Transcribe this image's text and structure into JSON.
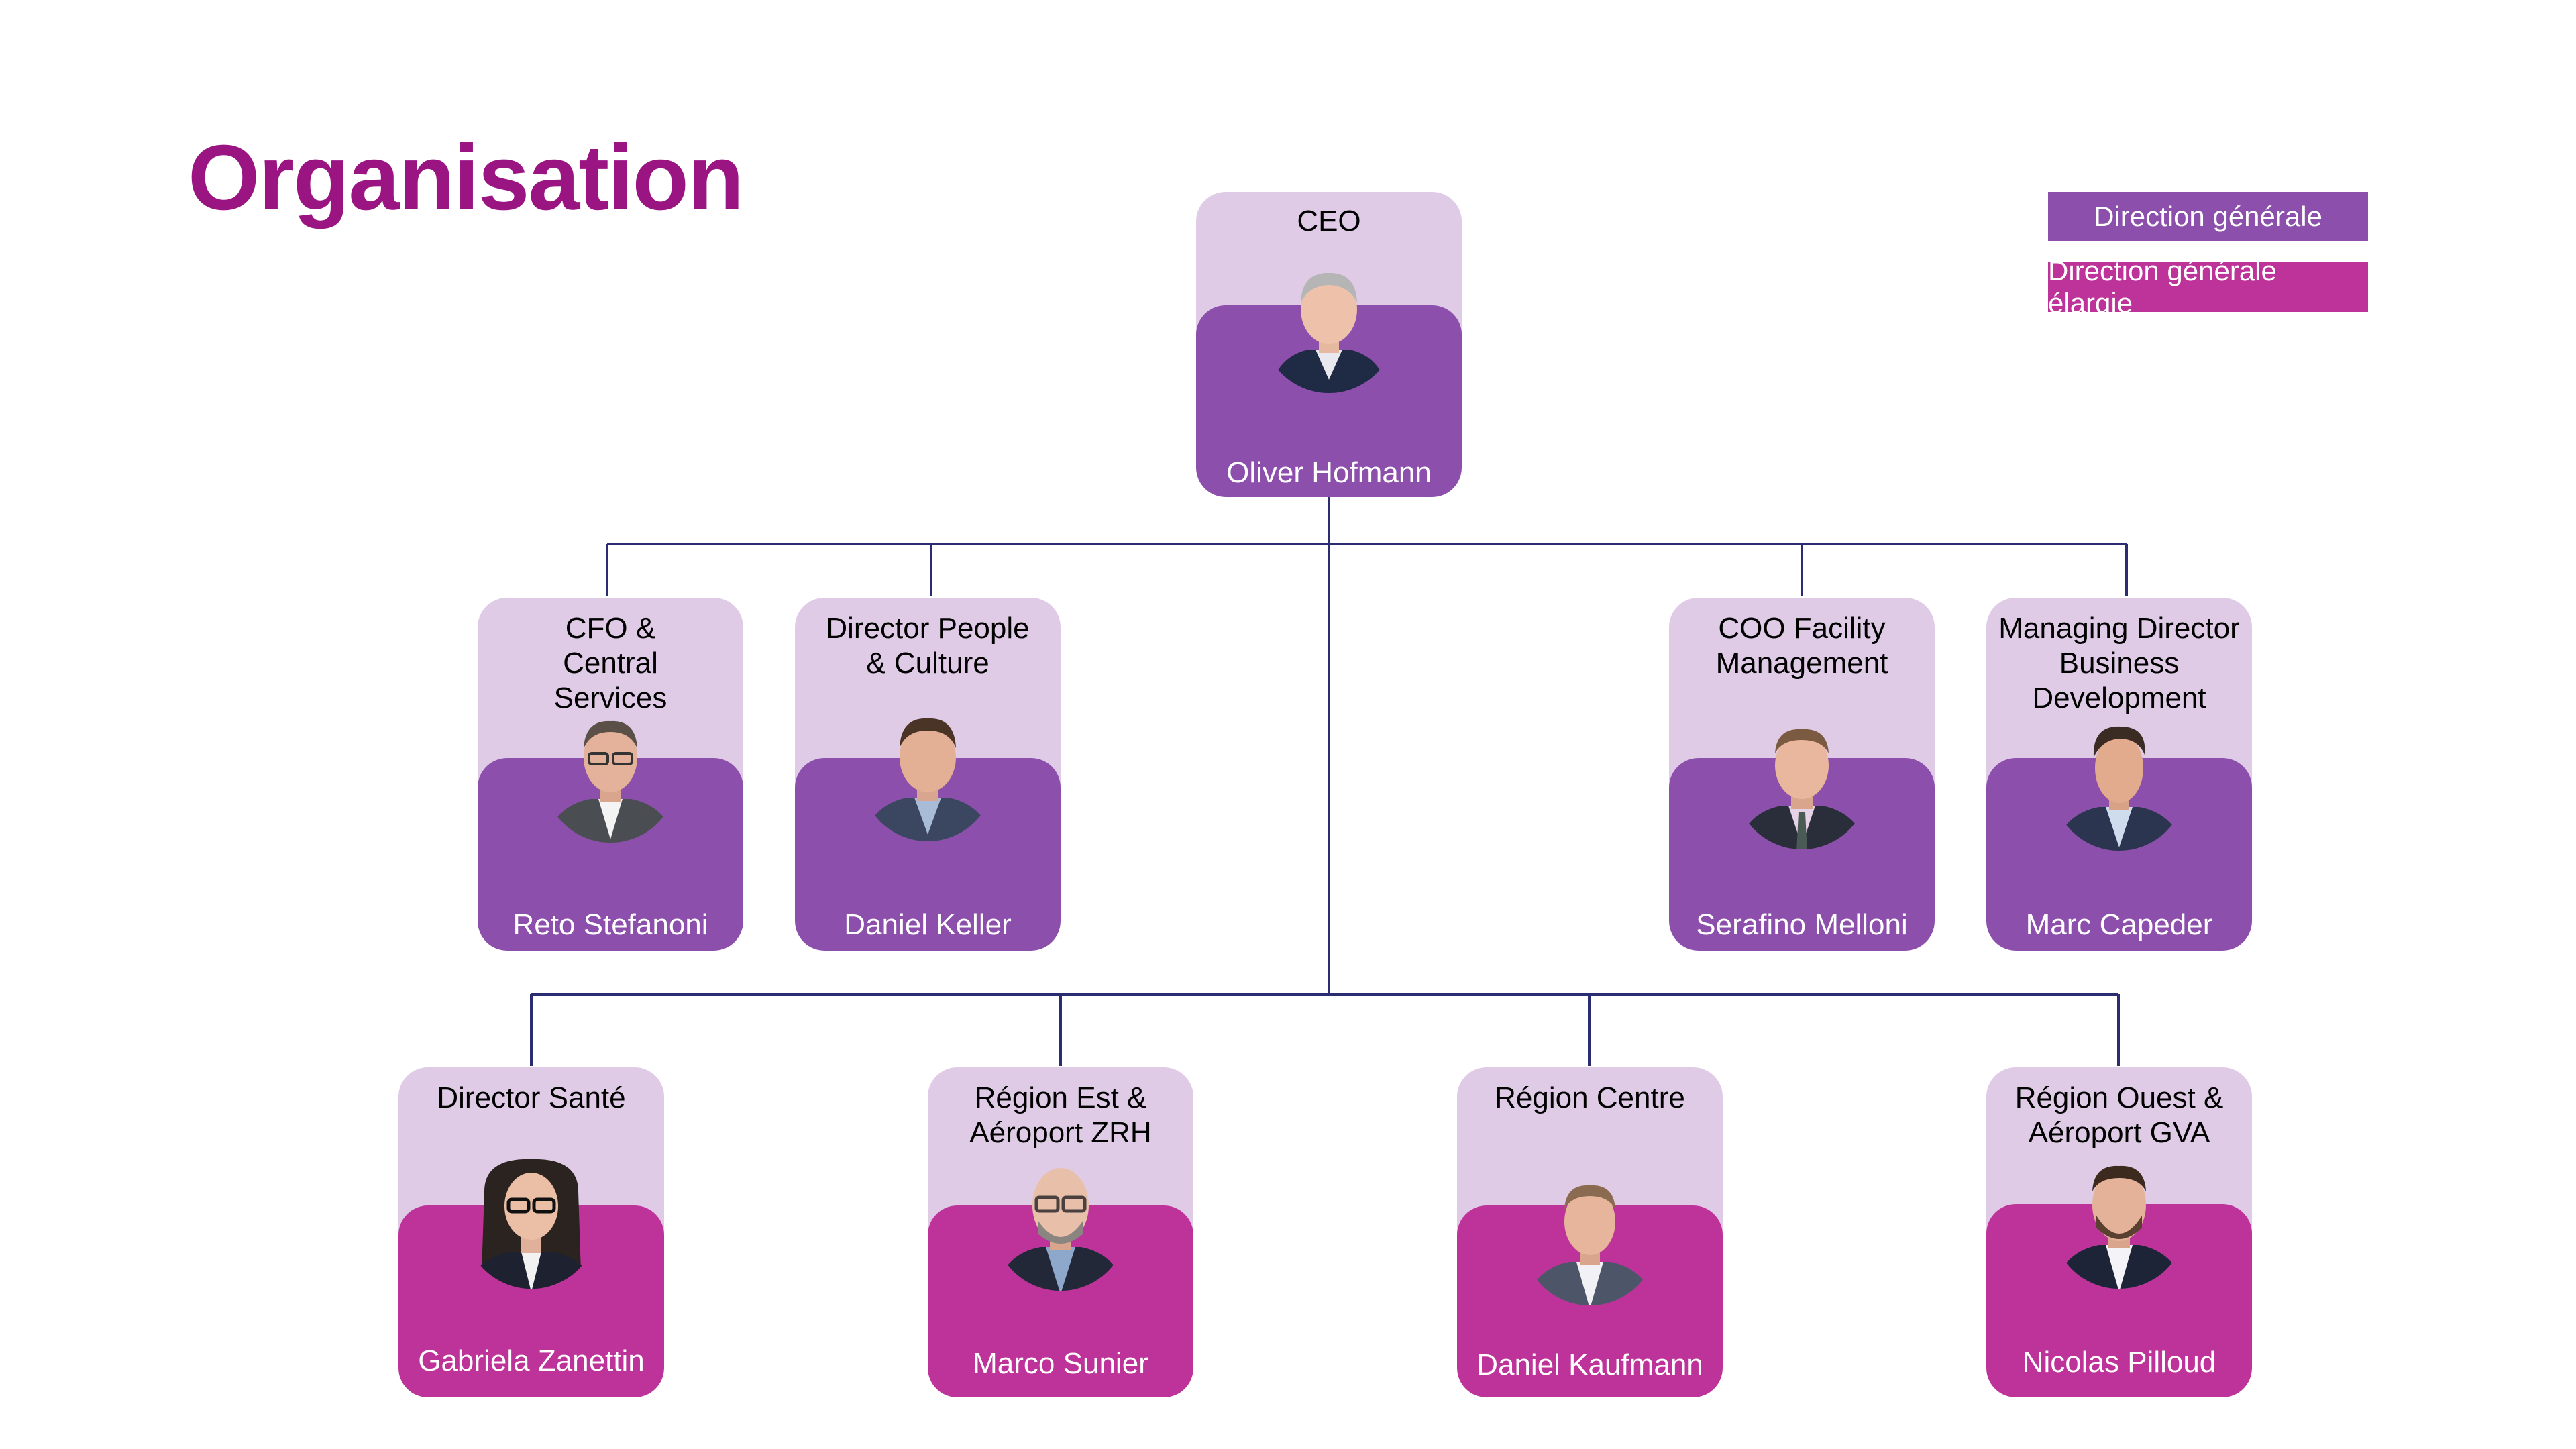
{
  "slide": {
    "title": "Organisation"
  },
  "legend": [
    {
      "label": "Direction générale",
      "color": "#8c4fab"
    },
    {
      "label": "Direction générale élargie",
      "color": "#bd3399"
    }
  ],
  "colors": {
    "title": "#9a1482",
    "card_header": "#dfcbe6",
    "direction_generale": "#8c4fab",
    "direction_generale_elargie": "#bd3399",
    "connector": "#2b2d72"
  },
  "ceo": {
    "role": "CEO",
    "name": "Oliver Hofmann",
    "group": "Direction générale"
  },
  "executives": [
    {
      "role": "CFO & Central Services",
      "name": "Reto Stefanoni",
      "group": "Direction générale"
    },
    {
      "role": "Director People & Culture",
      "name": "Daniel Keller",
      "group": "Direction générale"
    },
    {
      "role": "COO Facility Management",
      "name": "Serafino Melloni",
      "group": "Direction générale"
    },
    {
      "role": "Managing Director Business Development",
      "name": "Marc Capeder",
      "group": "Direction générale"
    }
  ],
  "extended": [
    {
      "role": "Director Santé",
      "name": "Gabriela Zanettin",
      "group": "Direction générale élargie"
    },
    {
      "role": "Région Est & Aéroport ZRH",
      "name": "Marco Sunier",
      "group": "Direction générale élargie"
    },
    {
      "role": "Région Centre",
      "name": "Daniel Kaufmann",
      "group": "Direction générale élargie"
    },
    {
      "role": "Région Ouest & Aéroport GVA",
      "name": "Nicolas Pilloud",
      "group": "Direction générale élargie"
    }
  ]
}
